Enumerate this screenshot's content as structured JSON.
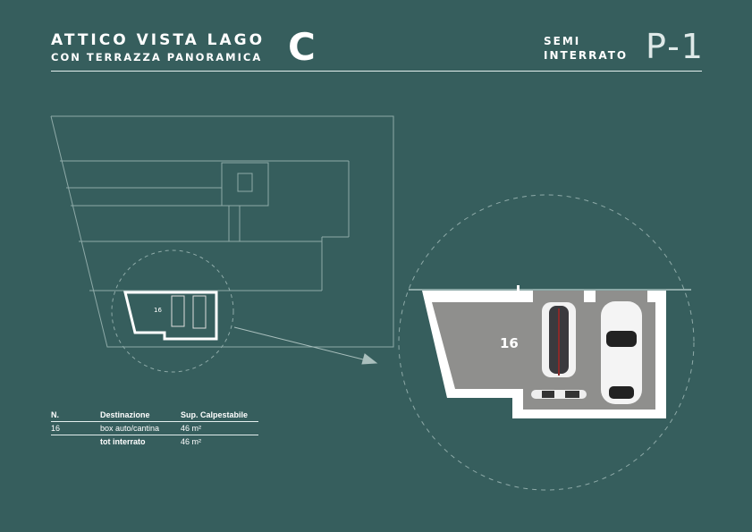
{
  "header": {
    "title": "ATTICO VISTA LAGO",
    "subtitle": "CON TERRAZZA PANORAMICA",
    "building_letter": "C",
    "floor_name_line1": "SEMI",
    "floor_name_line2": "INTERRATO",
    "floor_code": "P-1"
  },
  "plan": {
    "unit_label_small": "16",
    "unit_label_large": "16"
  },
  "table": {
    "headers": [
      "N.",
      "Destinazione",
      "Sup. Calpestabile"
    ],
    "rows": [
      {
        "n": "16",
        "destinazione": "box auto/cantina",
        "superficie": "46 m²"
      }
    ],
    "total": {
      "label": "tot interrato",
      "superficie": "46 m²"
    }
  },
  "colors": {
    "background": "#365e5d",
    "floor": "#8f8f8d",
    "walls": "#ffffff"
  }
}
